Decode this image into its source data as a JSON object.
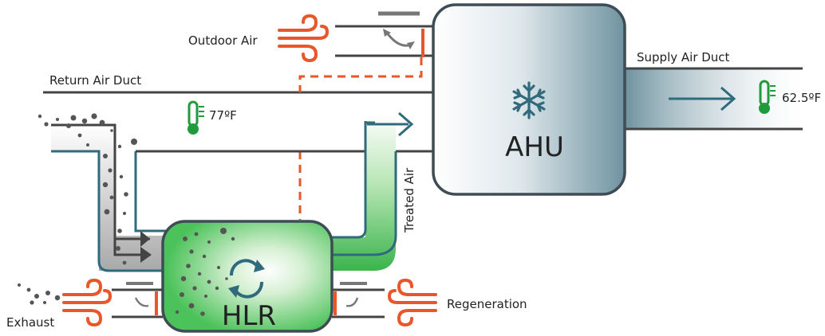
{
  "labels": {
    "outdoor_air": "Outdoor Air",
    "return_air_duct": "Return Air Duct",
    "supply_air_duct": "Supply Air Duct",
    "treated_air": "Treated Air",
    "exhaust": "Exhaust",
    "regeneration": "Regeneration"
  },
  "units": {
    "ahu": "AHU",
    "hlr": "HLR"
  },
  "temperatures": {
    "return": "77ºF",
    "supply": "62.5ºF"
  },
  "colors": {
    "duct": "#444444",
    "ahu_stroke": "#3e4c55",
    "teal": "#2f6a7d",
    "green": "#1f9b3b",
    "orange": "#e8562a",
    "gray": "#777777"
  }
}
